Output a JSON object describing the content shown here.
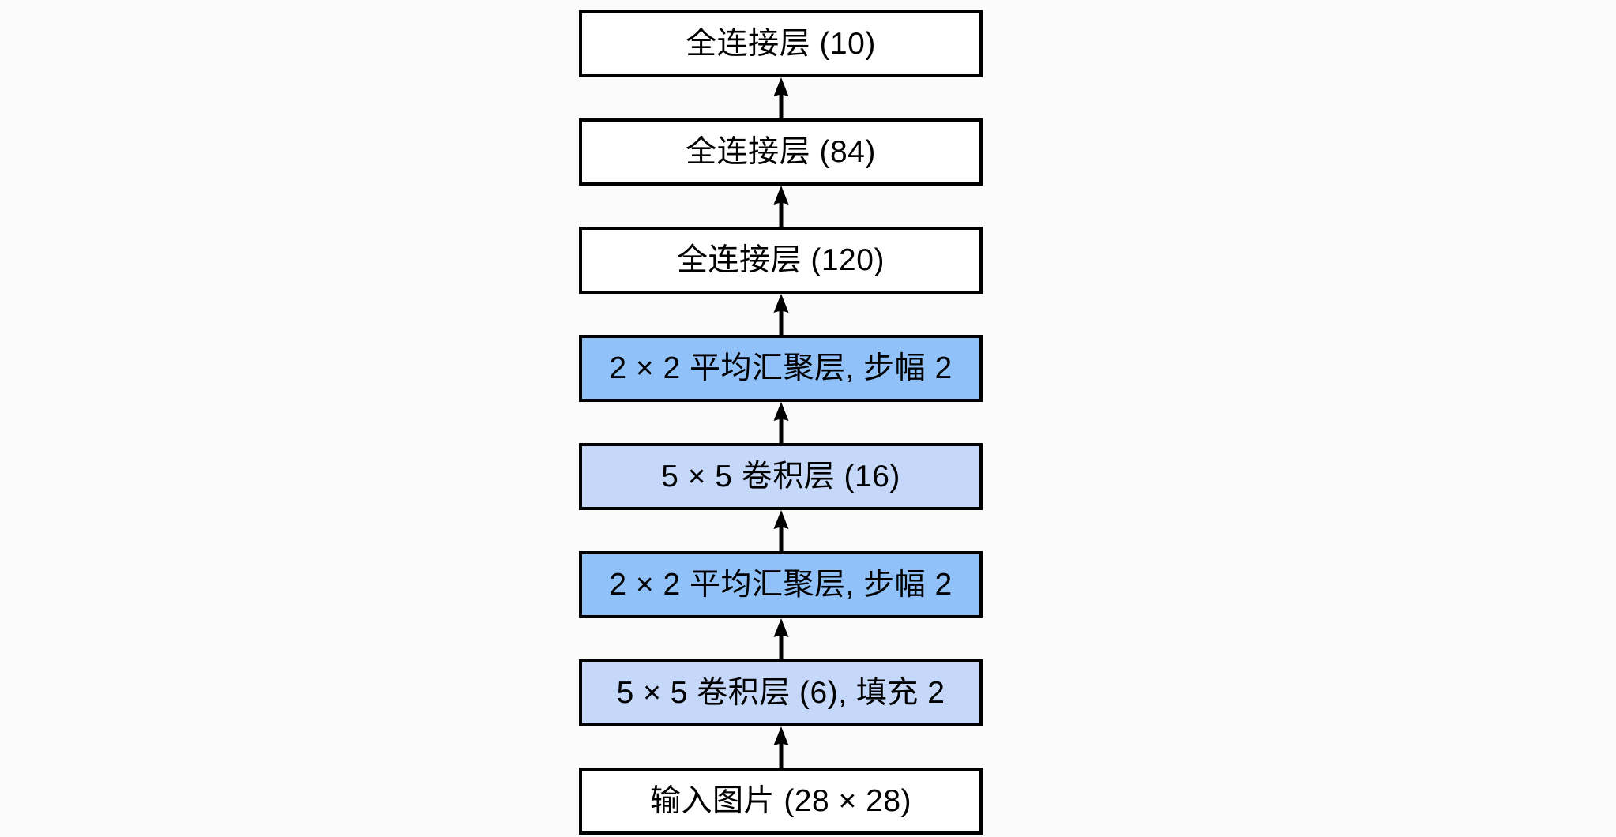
{
  "diagram": {
    "kind": "layer-stack-flowchart",
    "flow_direction": "bottom-to-top",
    "boxes": [
      {
        "label": "全连接层 (10)",
        "type": "fc",
        "fill": "#ffffff"
      },
      {
        "label": "全连接层 (84)",
        "type": "fc",
        "fill": "#ffffff"
      },
      {
        "label": "全连接层 (120)",
        "type": "fc",
        "fill": "#ffffff"
      },
      {
        "label": "2 × 2 平均汇聚层, 步幅 2",
        "type": "pool",
        "fill": "#90c1f9"
      },
      {
        "label": "5 × 5 卷积层 (16)",
        "type": "conv",
        "fill": "#c5d8fa"
      },
      {
        "label": "2 × 2 平均汇聚层, 步幅 2",
        "type": "pool",
        "fill": "#90c1f9"
      },
      {
        "label": "5 × 5 卷积层 (6), 填充 2",
        "type": "conv",
        "fill": "#c5d8fa"
      },
      {
        "label": "输入图片 (28 × 28)",
        "type": "input",
        "fill": "#ffffff"
      }
    ],
    "arrow_icon": "arrow-up-icon",
    "colors": {
      "background": "#fbfbfb",
      "box_fill_white": "#ffffff",
      "box_fill_pool": "#90c1f9",
      "box_fill_conv": "#c5d8fa",
      "box_border": "#000000",
      "text": "#000000",
      "arrow": "#000000"
    }
  }
}
